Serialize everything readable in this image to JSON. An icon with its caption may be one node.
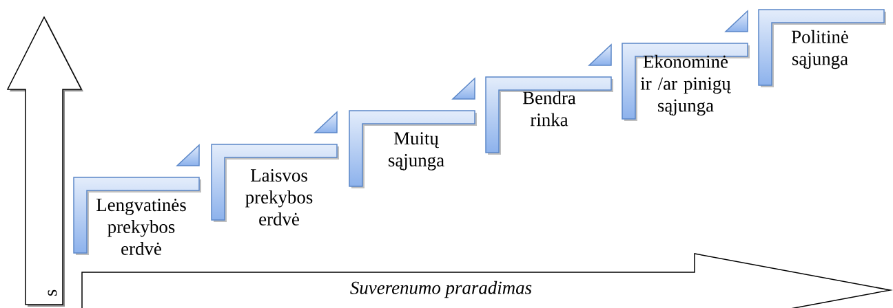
{
  "diagram": {
    "nodes": [
      {
        "text": [
          "s"
        ]
      },
      {
        "text": [
          "Lengvatinės prekybos erdvė"
        ]
      },
      {
        "text": [
          "Laisvos prekybos erdvė"
        ]
      },
      {
        "text": [
          "Muitų sąjunga"
        ]
      },
      {
        "text": [
          "Bendra rinka"
        ]
      },
      {
        "text": [
          "Ekonominė ir /ar pinigų sąjunga"
        ]
      },
      {
        "text": [
          "Politinė sąjunga"
        ]
      },
      {
        "text": [
          "Suverenumo praradimas"
        ]
      }
    ]
  }
}
